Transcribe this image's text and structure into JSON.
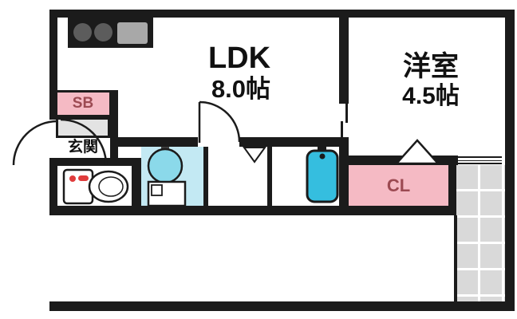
{
  "type": "apartment-floorplan",
  "rooms": {
    "ldk": {
      "name": "LDK",
      "size": "8.0帖"
    },
    "western_room": {
      "name": "洋室",
      "size": "4.5帖"
    },
    "entrance": {
      "name": "玄関"
    },
    "shoe_box": {
      "name": "SB"
    },
    "closet": {
      "name": "CL"
    }
  },
  "fixtures": [
    "kitchen-counter",
    "stove-burners",
    "kitchen-sink",
    "entrance-door",
    "toilet",
    "washbasin",
    "washing-machine-pan",
    "bathtub",
    "closet-door",
    "bathroom-door",
    "window",
    "balcony"
  ],
  "colors": {
    "wall": "#1b1b1b",
    "room_pink": "#f5bac4",
    "pink_label_text": "#9c4a52",
    "bathtub_cyan": "#35bedf",
    "washroom_floor_cyan": "#c3e9f3",
    "washbasin_cyan": "#8bd9ea",
    "balcony_gray": "#d9d9d9",
    "kitchen_sink_gray": "#a8a8a8",
    "burner_gray": "#5c5c5c",
    "toilet_buttons_red": "#e03c3c"
  }
}
